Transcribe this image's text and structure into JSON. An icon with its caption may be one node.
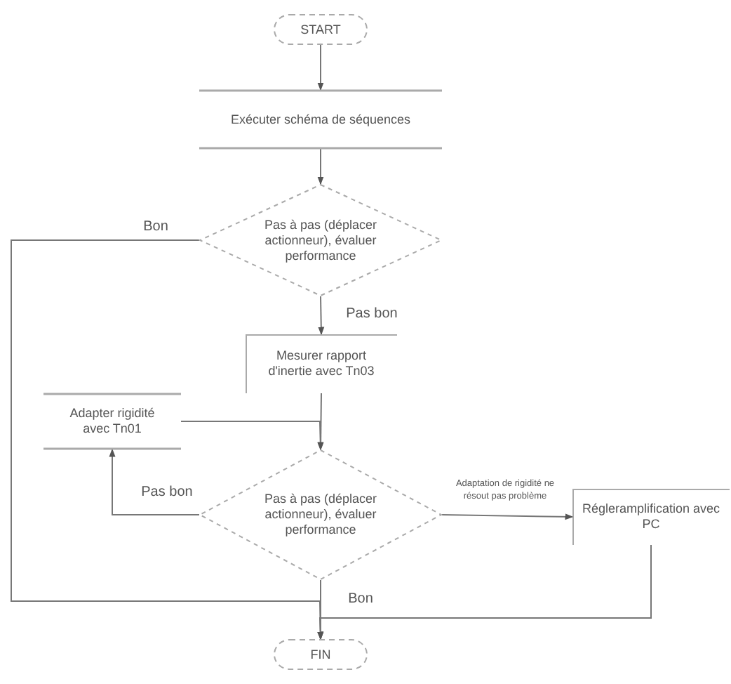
{
  "diagram": {
    "nodes": [
      {
        "text": [
          "START"
        ]
      },
      {
        "text": [
          "Exécuter schéma de séquences"
        ]
      },
      {
        "text": [
          "Pas à pas (déplacer actionneur), évaluer performance"
        ]
      },
      {
        "text": [
          "Mesurer rapport d'inertie avec Tn03"
        ]
      },
      {
        "text": [
          "Adapter rigidité avec Tn01"
        ]
      },
      {
        "text": [
          "Pas à pas (déplacer actionneur), évaluer performance"
        ]
      },
      {
        "text": [
          "Régleramplification avec PC"
        ]
      },
      {
        "text": [
          "FIN"
        ]
      }
    ],
    "edges": [
      {
        "from": 0,
        "to": 1,
        "arrow": "to"
      },
      {
        "from": 1,
        "to": 2,
        "arrow": "to"
      },
      {
        "from": 2,
        "to": 7,
        "arrow": "to",
        "label": "Bon"
      },
      {
        "from": 2,
        "to": 3,
        "arrow": "to",
        "label": "Pas bon"
      },
      {
        "from": 3,
        "to": 5,
        "arrow": "to"
      },
      {
        "from": 4,
        "to": 5,
        "arrow": "to"
      },
      {
        "from": 5,
        "to": 4,
        "arrow": "to",
        "label": "Pas bon"
      },
      {
        "from": 5,
        "to": 6,
        "arrow": "to",
        "label": "Adaptation de rigidité ne résout pas problème"
      },
      {
        "from": 5,
        "to": 7,
        "arrow": "to",
        "label": "Bon"
      },
      {
        "from": 6,
        "to": 7,
        "arrow": "to"
      }
    ]
  }
}
